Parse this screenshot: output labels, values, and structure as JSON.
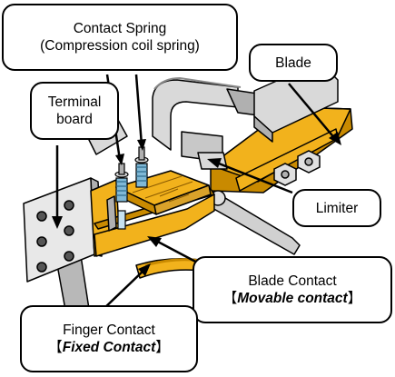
{
  "labels": {
    "contact_spring": {
      "line1": "Contact Spring",
      "line2": "(Compression coil spring)"
    },
    "terminal_board": {
      "line1": "Terminal",
      "line2": "board"
    },
    "blade": "Blade",
    "limiter": "Limiter",
    "blade_contact": {
      "line1": "Blade Contact",
      "open": "【",
      "emph": "Movable contact",
      "close": "】"
    },
    "finger_contact": {
      "line1": "Finger Contact",
      "open": "【",
      "emph": "Fixed Contact",
      "close": "】"
    }
  },
  "colors": {
    "gold": "#f2b21c",
    "gold_dark": "#c98a00",
    "grey_light": "#d9d9d9",
    "grey_mid": "#b0b0b0",
    "grey_dark": "#8a8a8a",
    "spring_blue": "#7fb8d6",
    "outline": "#000000"
  }
}
